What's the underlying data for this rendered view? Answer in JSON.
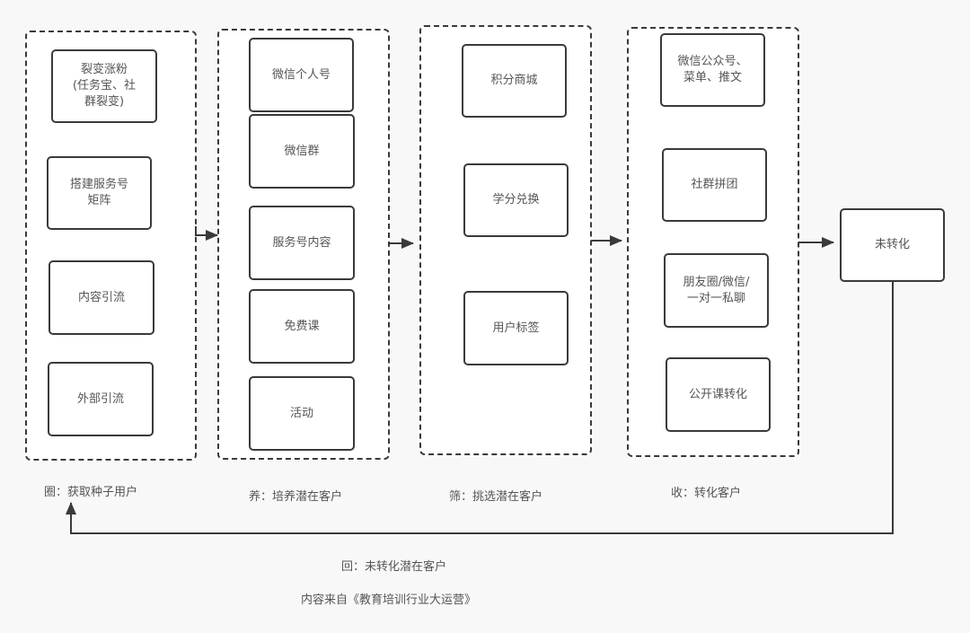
{
  "stages": [
    {
      "id": "circle",
      "caption": "圈：获取种子用户",
      "nodes": [
        "裂变涨粉\n(任务宝、社\n群裂变)",
        "搭建服务号\n矩阵",
        "内容引流",
        "外部引流"
      ]
    },
    {
      "id": "nurture",
      "caption": "养：培养潜在客户",
      "nodes": [
        "微信个人号",
        "微信群",
        "服务号内容",
        "免费课",
        "活动"
      ]
    },
    {
      "id": "filter",
      "caption": "筛：挑选潜在客户",
      "nodes": [
        "积分商城",
        "学分兑换",
        "用户标签"
      ]
    },
    {
      "id": "convert",
      "caption": "收：转化客户",
      "nodes": [
        "微信公众号、\n菜单、推文",
        "社群拼团",
        "朋友圈/微信/\n一对一私聊",
        "公开课转化"
      ]
    }
  ],
  "unconverted_node": "未转化",
  "return_caption": "回：未转化潜在客户",
  "source_note": "内容来自《教育培训行业大运营》",
  "colors": {
    "line": "#3a3a3a",
    "text": "#555555",
    "background": "#f8f8f8"
  }
}
